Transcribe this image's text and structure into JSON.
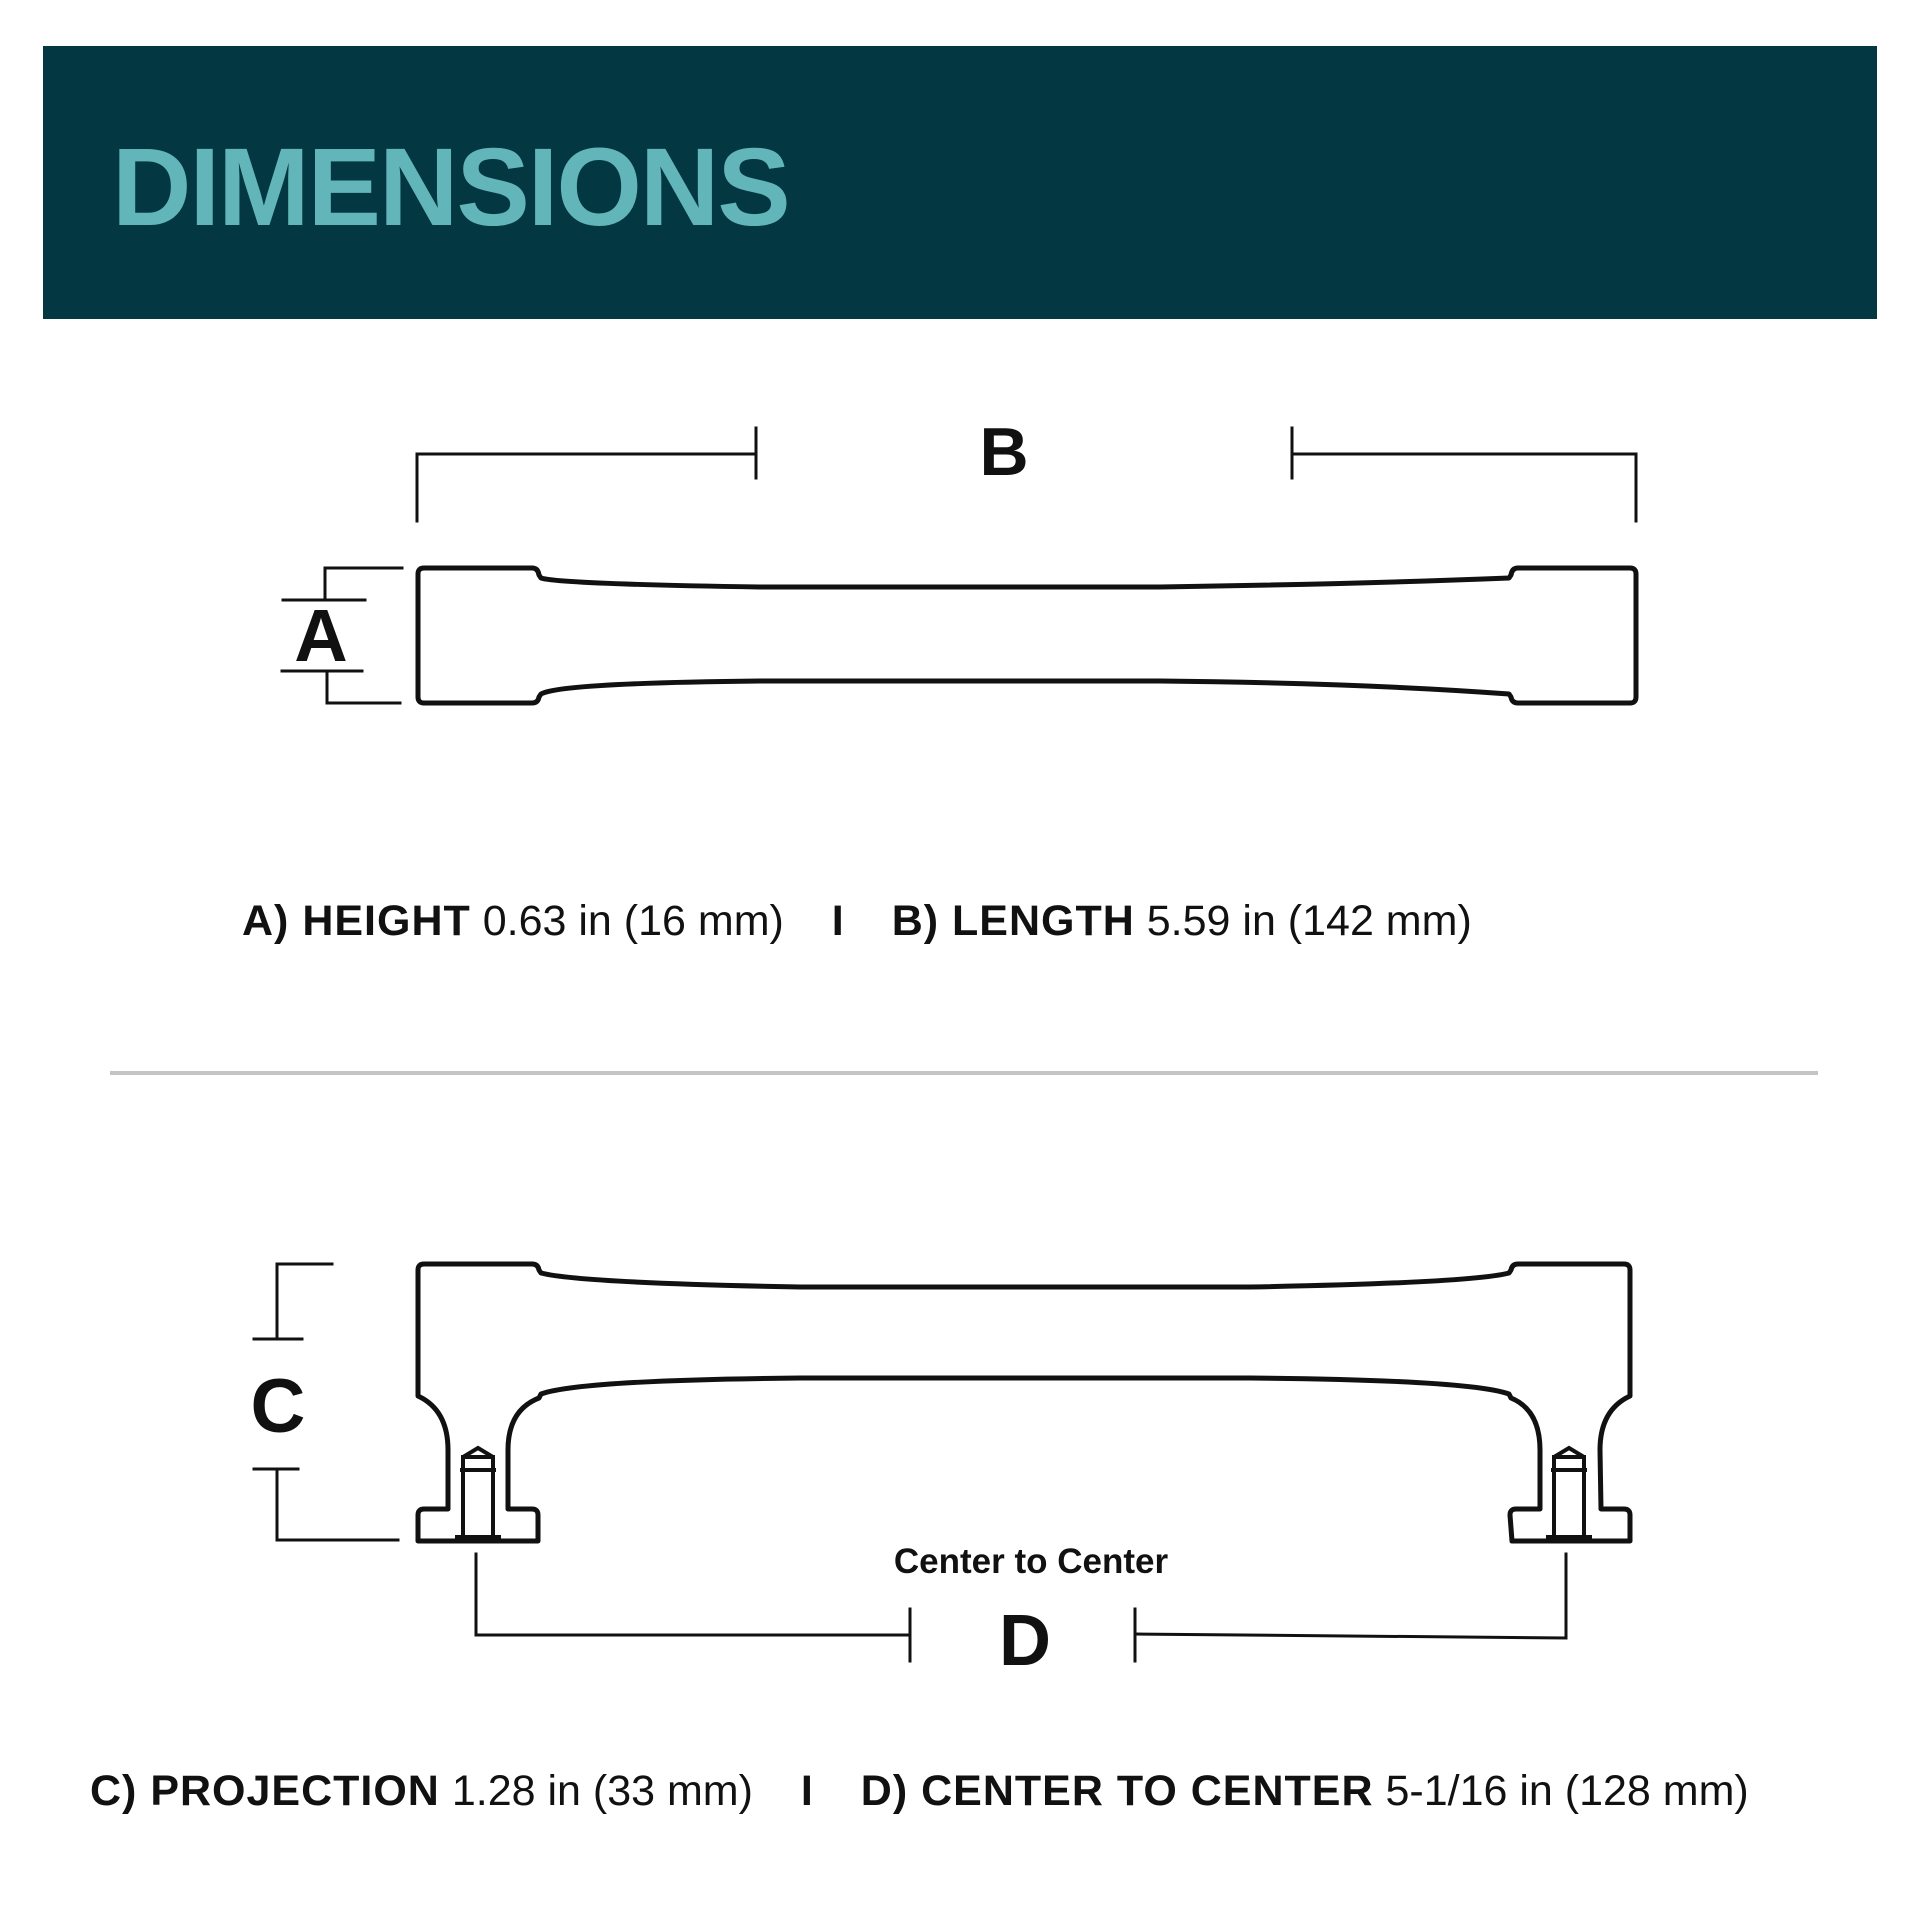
{
  "header": {
    "title": "DIMENSIONS",
    "background_color": "#033842",
    "title_color": "#62b5b8"
  },
  "top_view": {
    "label_a": "A",
    "label_b": "B"
  },
  "side_view": {
    "label_c": "C",
    "label_d": "D",
    "center_note": "Center to Center"
  },
  "specs_row_1": {
    "a_label": "A) HEIGHT",
    "a_value": "0.63 in (16 mm)",
    "separator": "I",
    "b_label": "B) LENGTH",
    "b_value": "5.59 in (142 mm)"
  },
  "specs_row_2": {
    "c_label": "C) PROJECTION",
    "c_value": "1.28 in (33 mm)",
    "separator": "I",
    "d_label": "D) CENTER TO CENTER",
    "d_value": "5-1/16 in (128 mm)"
  },
  "colors": {
    "line": "#111111",
    "divider": "#c4c4c4"
  }
}
